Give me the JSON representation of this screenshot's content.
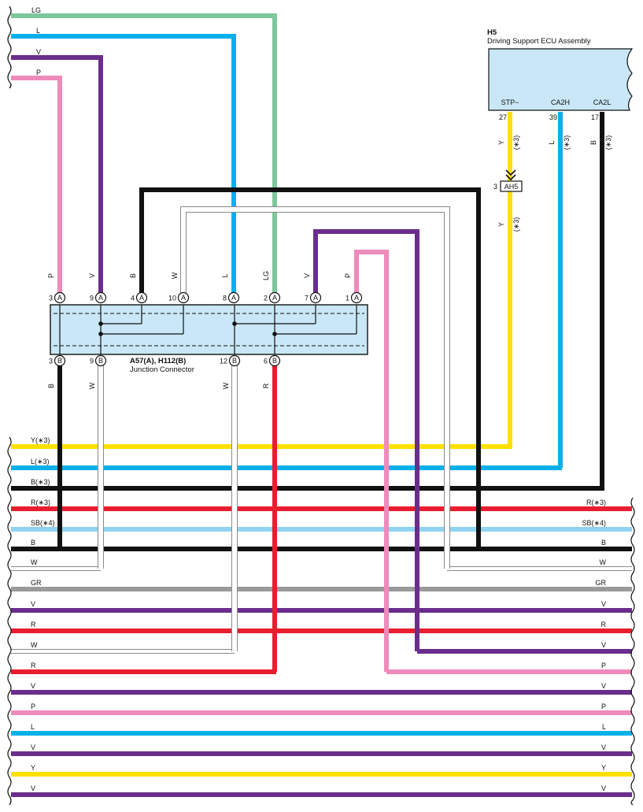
{
  "colors": {
    "LG": "#7DC89A",
    "L": "#0AB0EA",
    "V": "#6A2D8C",
    "P": "#EE8BBB",
    "B": "#111111",
    "W": "#FFFFFF",
    "Y": "#FFE000",
    "R": "#E81E2E",
    "SB": "#8FD4F1",
    "GR": "#9A9A9A",
    "ecu_fill": "#C9E7F6",
    "connector_fill": "#C9E7F6"
  },
  "top_left_wires": [
    "LG",
    "L",
    "V",
    "P"
  ],
  "ecu": {
    "code": "H5",
    "name": "Driving Support ECU Assembly",
    "pins": [
      {
        "name": "STP−",
        "num": "27",
        "wire": "Y",
        "note": "(∗3)"
      },
      {
        "name": "CA2H",
        "num": "39",
        "wire": "L",
        "note": "(∗3)"
      },
      {
        "name": "CA2L",
        "num": "17",
        "wire": "B",
        "note": "(∗3)"
      }
    ]
  },
  "splice": {
    "num": "3",
    "code": "AH5",
    "wire_below": "Y",
    "note_below": "(∗3)"
  },
  "junction": {
    "code": "A57(A), H112(B)",
    "name": "Junction Connector",
    "top_pins": [
      {
        "num": "3",
        "conn": "A",
        "wire": "P"
      },
      {
        "num": "9",
        "conn": "A",
        "wire": "V"
      },
      {
        "num": "4",
        "conn": "A",
        "wire": "B"
      },
      {
        "num": "10",
        "conn": "A",
        "wire": "W"
      },
      {
        "num": "8",
        "conn": "A",
        "wire": "L"
      },
      {
        "num": "2",
        "conn": "A",
        "wire": "LG"
      },
      {
        "num": "7",
        "conn": "A",
        "wire": "V"
      },
      {
        "num": "1",
        "conn": "A",
        "wire": "P"
      }
    ],
    "bottom_pins": [
      {
        "num": "3",
        "conn": "B",
        "wire": "B"
      },
      {
        "num": "9",
        "conn": "B",
        "wire": "W"
      },
      {
        "num": "12",
        "conn": "B",
        "wire": "W"
      },
      {
        "num": "6",
        "conn": "B",
        "wire": "R"
      }
    ]
  },
  "bus_wires": [
    {
      "left": "Y(∗3)",
      "right": "",
      "color": "Y"
    },
    {
      "left": "L(∗3)",
      "right": "",
      "color": "L"
    },
    {
      "left": "B(∗3)",
      "right": "",
      "color": "B"
    },
    {
      "left": "R(∗3)",
      "right": "R(∗3)",
      "color": "R"
    },
    {
      "left": "SB(∗4)",
      "right": "SB(∗4)",
      "color": "SB"
    },
    {
      "left": "B",
      "right": "B",
      "color": "B"
    },
    {
      "left": "W",
      "right": "W",
      "color": "W"
    },
    {
      "left": "GR",
      "right": "GR",
      "color": "GR"
    },
    {
      "left": "V",
      "right": "V",
      "color": "V"
    },
    {
      "left": "R",
      "right": "R",
      "color": "R"
    },
    {
      "left": "W",
      "right": "V",
      "color": "W"
    },
    {
      "left": "R",
      "right": "P",
      "color": "R"
    },
    {
      "left": "V",
      "right": "V",
      "color": "V"
    },
    {
      "left": "P",
      "right": "P",
      "color": "P"
    },
    {
      "left": "L",
      "right": "L",
      "color": "L"
    },
    {
      "left": "V",
      "right": "V",
      "color": "V"
    },
    {
      "left": "Y",
      "right": "Y",
      "color": "Y"
    },
    {
      "left": "V",
      "right": "V",
      "color": "V"
    }
  ]
}
